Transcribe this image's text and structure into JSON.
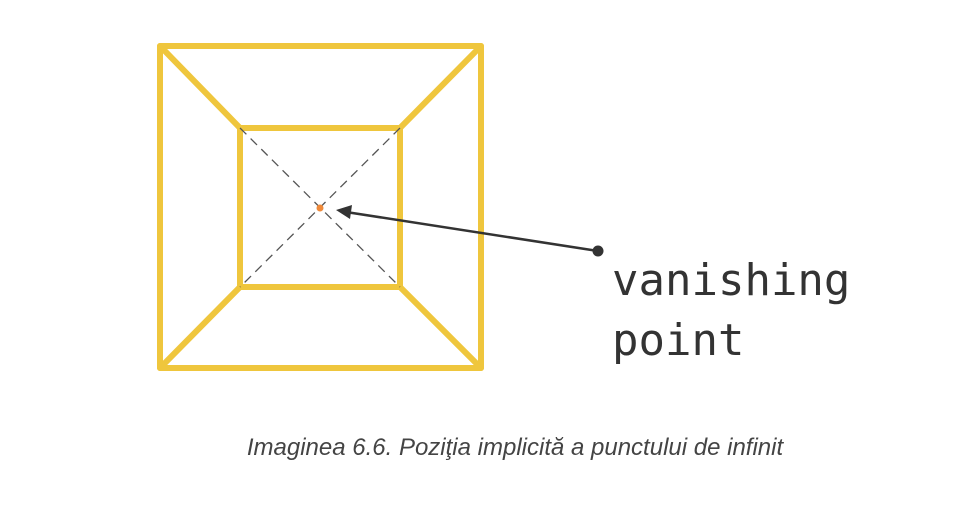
{
  "diagram": {
    "label_lines": [
      "vanishing",
      "point"
    ],
    "colors": {
      "square_stroke": "#efc63d",
      "dash_stroke": "#555555",
      "arrow_stroke": "#333333",
      "vanishing_point": "#ef8a3a"
    }
  },
  "caption": "Imaginea 6.6. Poziţia implicită a punctului de infinit"
}
